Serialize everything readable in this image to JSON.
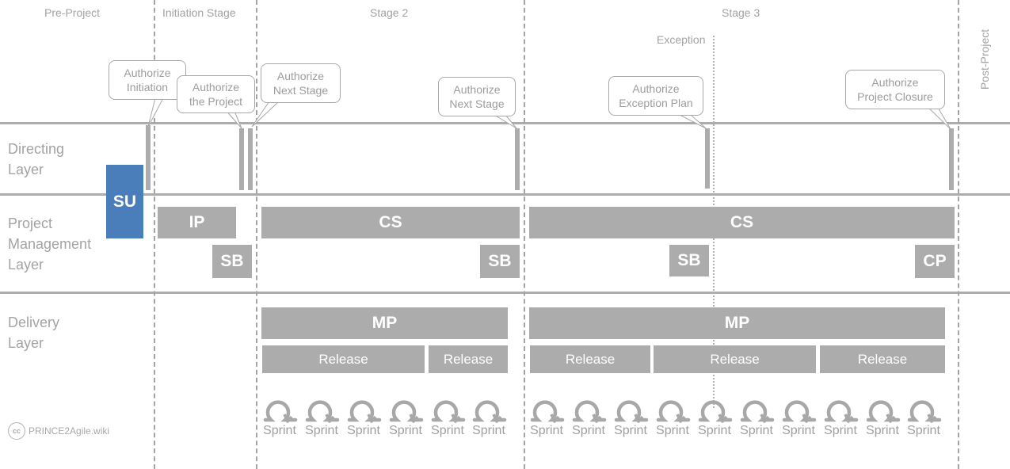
{
  "stages": {
    "pre_project": "Pre-Project",
    "initiation": "Initiation Stage",
    "stage2": "Stage 2",
    "stage3": "Stage 3",
    "post_project": "Post-Project",
    "exception": "Exception"
  },
  "layers": {
    "directing": [
      "Directing",
      "Layer"
    ],
    "pm": [
      "Project",
      "Management",
      "Layer"
    ],
    "delivery": [
      "Delivery",
      "Layer"
    ]
  },
  "callouts": {
    "authorize_initiation": [
      "Authorize",
      "Initiation"
    ],
    "authorize_project": [
      "Authorize",
      "the Project"
    ],
    "authorize_next_stage_1": [
      "Authorize",
      "Next Stage"
    ],
    "authorize_next_stage_2": [
      "Authorize",
      "Next Stage"
    ],
    "authorize_exception_plan": [
      "Authorize",
      "Exception Plan"
    ],
    "authorize_closure": [
      "Authorize",
      "Project Closure"
    ]
  },
  "processes": {
    "su": "SU",
    "ip": "IP",
    "sb": "SB",
    "cs": "CS",
    "cp": "CP",
    "mp": "MP",
    "release": "Release"
  },
  "sprint_label": "Sprint",
  "logo": {
    "cc": "cc",
    "text": "PRINCE2Agile.wiki"
  },
  "colors": {
    "line": "#acacac",
    "su": "#4a7ebb",
    "text": "#a3a3a3"
  }
}
